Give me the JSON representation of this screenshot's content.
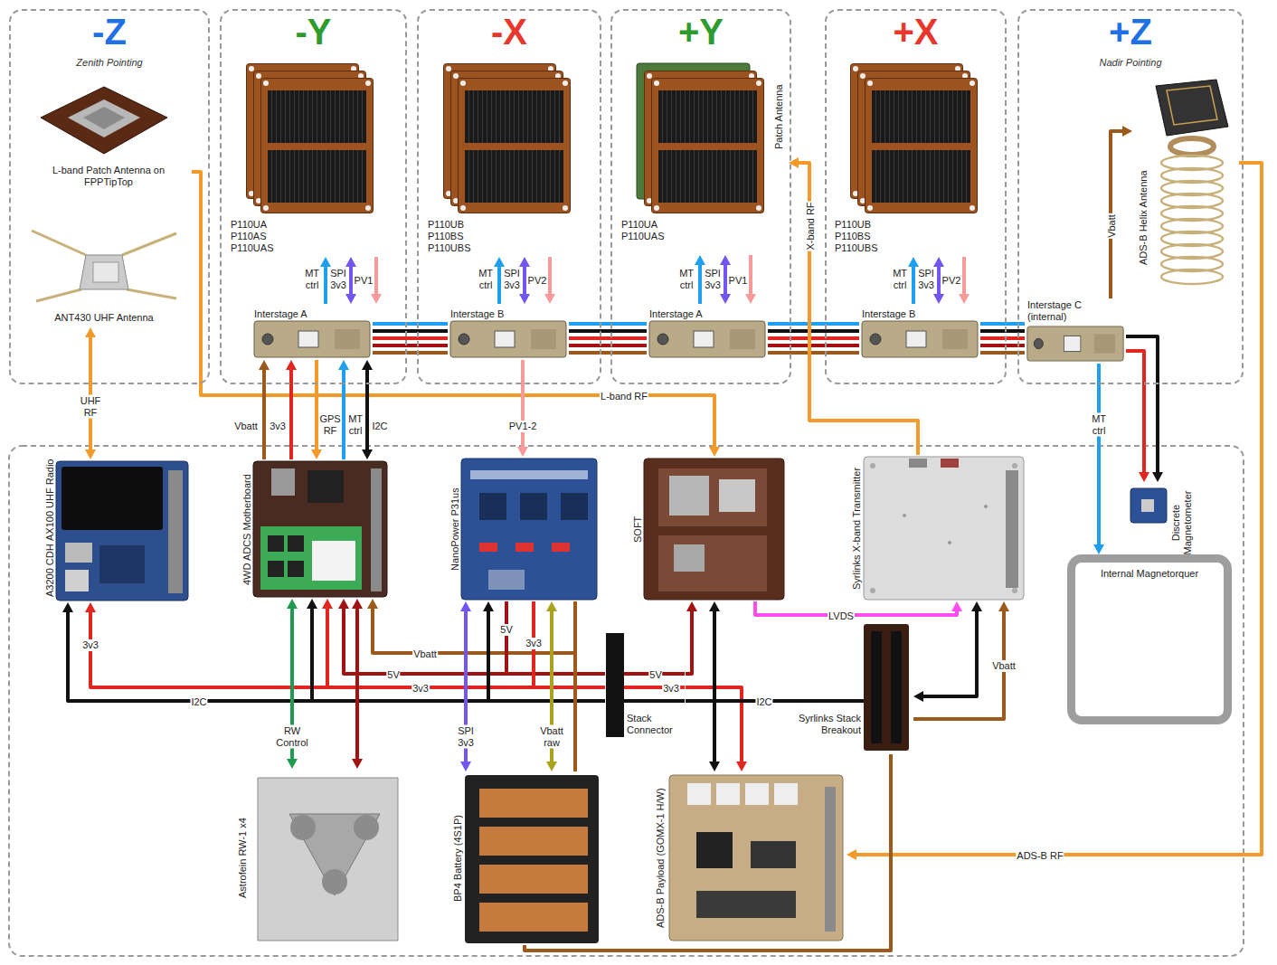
{
  "diagram": {
    "nodes": [
      {
        "text": [
          "-Z",
          "Zenith Pointing"
        ]
      },
      {
        "text": [
          "L-band Patch Antenna on FPPTipTop"
        ],
        "in": 0
      },
      {
        "text": [
          "ANT430 UHF Antenna"
        ],
        "in": 0
      },
      {
        "text": [
          "-Y"
        ]
      },
      {
        "text": [
          "P110UA P110AS P110UAS"
        ],
        "in": 3
      },
      {
        "text": [
          "Interstage A"
        ],
        "in": 3
      },
      {
        "text": [
          "-X"
        ]
      },
      {
        "text": [
          "P110UB P110BS P110UBS"
        ],
        "in": 6
      },
      {
        "text": [
          "Interstage B"
        ],
        "in": 6
      },
      {
        "text": [
          "+Y"
        ]
      },
      {
        "text": [
          "Patch Antenna",
          "P110UA P110UAS"
        ],
        "in": 9
      },
      {
        "text": [
          "Interstage A"
        ],
        "in": 9
      },
      {
        "text": [
          "+X"
        ]
      },
      {
        "text": [
          "P110UB P110BS P110UBS"
        ],
        "in": 12
      },
      {
        "text": [
          "Interstage B"
        ],
        "in": 12
      },
      {
        "text": [
          "+Z",
          "Nadir Pointing"
        ]
      },
      {
        "text": [
          "ADS-B Helix Antenna"
        ],
        "in": 15
      },
      {
        "text": [
          "Interstage C (internal)"
        ],
        "in": 15
      },
      {
        "text": [
          "AX100 UHF Radio",
          "A3200 CDH"
        ]
      },
      {
        "text": [
          "4WD ADCS Motherboard"
        ]
      },
      {
        "text": [
          "NanoPower P31us"
        ]
      },
      {
        "text": [
          "SOFT"
        ]
      },
      {
        "text": [
          "Syrlinks X-band Transmitter"
        ]
      },
      {
        "text": [
          "Discrete Magnetometer"
        ]
      },
      {
        "text": [
          "Internal Magnetorquer"
        ]
      },
      {
        "text": [
          "Stack Connector"
        ]
      },
      {
        "text": [
          "Syrlinks Stack Breakout"
        ]
      },
      {
        "text": [
          "Astrofein RW-1 x4"
        ]
      },
      {
        "text": [
          "BP4 Battery (4S1P)"
        ]
      },
      {
        "text": [
          "ADS-B Payload (GOMX-1 H/W)"
        ]
      }
    ],
    "edges": [
      {
        "from": 2,
        "to": 18,
        "arrow": "both",
        "label": "UHF RF"
      },
      {
        "from": 1,
        "to": 21,
        "arrow": "to",
        "label": "L-band RF"
      },
      {
        "from": 5,
        "to": 4,
        "arrow": "to",
        "label": "MT ctrl"
      },
      {
        "from": 4,
        "to": 5,
        "arrow": "both",
        "label": "SPI 3v3"
      },
      {
        "from": 4,
        "to": 5,
        "arrow": "to",
        "label": "PV1"
      },
      {
        "from": 8,
        "to": 7,
        "arrow": "to",
        "label": "MT ctrl"
      },
      {
        "from": 7,
        "to": 8,
        "arrow": "both",
        "label": "SPI 3v3"
      },
      {
        "from": 7,
        "to": 8,
        "arrow": "to",
        "label": "PV2"
      },
      {
        "from": 11,
        "to": 10,
        "arrow": "to",
        "label": "MT ctrl"
      },
      {
        "from": 10,
        "to": 11,
        "arrow": "both",
        "label": "SPI 3v3"
      },
      {
        "from": 10,
        "to": 11,
        "arrow": "to",
        "label": "PV1"
      },
      {
        "from": 14,
        "to": 13,
        "arrow": "to",
        "label": "MT ctrl"
      },
      {
        "from": 13,
        "to": 14,
        "arrow": "both",
        "label": "SPI 3v3"
      },
      {
        "from": 13,
        "to": 14,
        "arrow": "to",
        "label": "PV2"
      },
      {
        "from": 5,
        "to": 8,
        "arrow": "none"
      },
      {
        "from": 8,
        "to": 11,
        "arrow": "none"
      },
      {
        "from": 11,
        "to": 14,
        "arrow": "none"
      },
      {
        "from": 14,
        "to": 17,
        "arrow": "none"
      },
      {
        "from": 19,
        "to": 5,
        "arrow": "to",
        "label": "Vbatt"
      },
      {
        "from": 19,
        "to": 5,
        "arrow": "to",
        "label": "3v3"
      },
      {
        "from": 5,
        "to": 19,
        "arrow": "to",
        "label": "GPS RF"
      },
      {
        "from": 19,
        "to": 5,
        "arrow": "to",
        "label": "MT ctrl"
      },
      {
        "from": 5,
        "to": 19,
        "arrow": "both",
        "label": "I2C"
      },
      {
        "from": 8,
        "to": 20,
        "arrow": "to",
        "label": "PV1-2"
      },
      {
        "from": 17,
        "to": 16,
        "arrow": "to",
        "label": "Vbatt"
      },
      {
        "from": 17,
        "to": 24,
        "arrow": "to",
        "label": "MT ctrl"
      },
      {
        "from": 17,
        "to": 23,
        "arrow": "to"
      },
      {
        "from": 22,
        "to": 10,
        "arrow": "to",
        "label": "X-band RF"
      },
      {
        "from": 16,
        "to": 29,
        "arrow": "to",
        "label": "ADS-B RF"
      },
      {
        "from": 21,
        "to": 22,
        "arrow": "to",
        "label": "LVDS"
      },
      {
        "from": 26,
        "to": 22,
        "arrow": "both"
      },
      {
        "from": 26,
        "to": 22,
        "arrow": "to",
        "label": "Vbatt"
      },
      {
        "from": 25,
        "to": 18,
        "arrow": "to",
        "label": "I2C"
      },
      {
        "from": 25,
        "to": 18,
        "arrow": "to",
        "label": "3v3"
      },
      {
        "from": 25,
        "to": 19,
        "arrow": "to",
        "label": "5V"
      },
      {
        "from": 25,
        "to": 19,
        "arrow": "to",
        "label": "3v3"
      },
      {
        "from": 25,
        "to": 19,
        "arrow": "to"
      },
      {
        "from": 20,
        "to": 19,
        "arrow": "to",
        "label": "Vbatt"
      },
      {
        "from": 20,
        "to": 25,
        "arrow": "none",
        "label": "5V"
      },
      {
        "from": 20,
        "to": 25,
        "arrow": "none",
        "label": "3v3"
      },
      {
        "from": 25,
        "to": 20,
        "arrow": "to"
      },
      {
        "from": 20,
        "to": 28,
        "arrow": "both",
        "label": "SPI 3v3"
      },
      {
        "from": 20,
        "to": 28,
        "arrow": "both",
        "label": "Vbatt raw"
      },
      {
        "from": 20,
        "to": 28,
        "arrow": "none"
      },
      {
        "from": 25,
        "to": 21,
        "arrow": "to",
        "label": "5V"
      },
      {
        "from": 25,
        "to": 29,
        "arrow": "to",
        "label": "3v3"
      },
      {
        "from": 25,
        "to": 26,
        "arrow": "none",
        "label": "I2C"
      },
      {
        "from": 21,
        "to": 29,
        "arrow": "both"
      },
      {
        "from": 19,
        "to": 27,
        "arrow": "both",
        "label": "RW Control"
      },
      {
        "from": 19,
        "to": 27,
        "arrow": "both"
      },
      {
        "from": 28,
        "to": 26,
        "arrow": "none"
      }
    ]
  }
}
